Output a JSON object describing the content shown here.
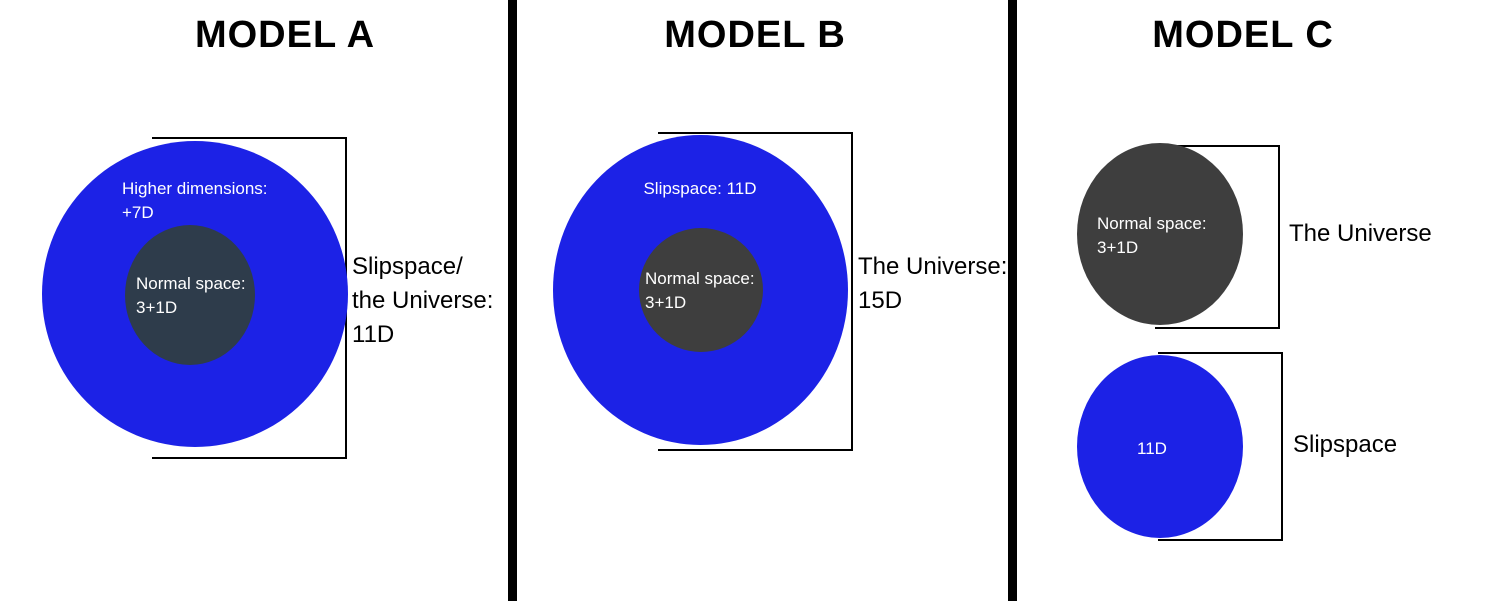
{
  "panels": {
    "a": {
      "title": "MODEL A",
      "outer_label": [
        "Higher dimensions:",
        "+7D"
      ],
      "inner_label": [
        "Normal space:",
        "3+1D"
      ],
      "bracket_label": [
        "Slipspace/",
        "the Universe:",
        "11D"
      ]
    },
    "b": {
      "title": "MODEL B",
      "outer_label": [
        "Slipspace: 11D"
      ],
      "inner_label": [
        "Normal space:",
        "3+1D"
      ],
      "bracket_label": [
        "The Universe:",
        "15D"
      ]
    },
    "c": {
      "title": "MODEL C",
      "top_circle_label": [
        "Normal space:",
        "3+1D"
      ],
      "top_bracket_label": [
        "The Universe"
      ],
      "bottom_circle_label": [
        "11D"
      ],
      "bottom_bracket_label": [
        "Slipspace"
      ]
    }
  },
  "colors": {
    "blue": "#1c22e6",
    "dark_slate": "#2e3c4b",
    "dark_gray": "#3e3e3e",
    "divider": "#000000"
  }
}
